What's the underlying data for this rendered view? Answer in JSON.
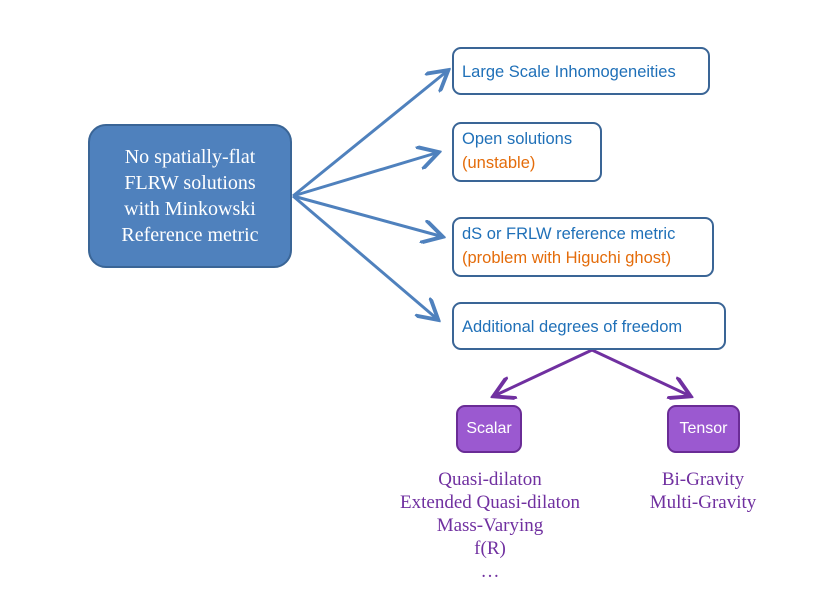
{
  "root": {
    "lines": [
      "No spatially-flat",
      "FLRW solutions",
      "with Minkowski",
      "Reference metric"
    ]
  },
  "options": [
    {
      "title": "Large Scale Inhomogeneities",
      "note": ""
    },
    {
      "title": "Open solutions",
      "note": "(unstable)"
    },
    {
      "title": "dS or FRLW reference metric",
      "note": "(problem with Higuchi ghost)"
    },
    {
      "title": "Additional degrees of freedom",
      "note": ""
    }
  ],
  "scalar": {
    "label": "Scalar",
    "examples": [
      "Quasi-dilaton",
      "Extended Quasi-dilaton",
      "Mass-Varying",
      "f(R)",
      "…"
    ]
  },
  "tensor": {
    "label": "Tensor",
    "examples": [
      "Bi-Gravity",
      "Multi-Gravity"
    ]
  },
  "colors": {
    "root_fill": "#4f81bd",
    "arrow_blue": "#4f81bd",
    "text_blue": "#1f70b8",
    "text_orange": "#e46c0a",
    "purple": "#7030a0",
    "purple_fill": "#9b59d0"
  }
}
